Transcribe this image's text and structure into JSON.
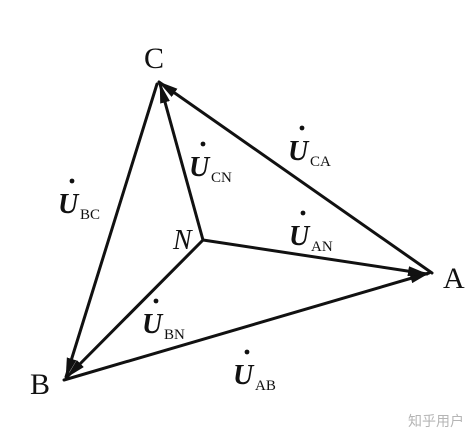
{
  "vertices": {
    "a": "A",
    "b": "B",
    "c": "C",
    "n": "N"
  },
  "phasors": {
    "ca": {
      "symbol": "U",
      "subscript": "CA"
    },
    "cn": {
      "symbol": "U",
      "subscript": "CN"
    },
    "bc": {
      "symbol": "U",
      "subscript": "BC"
    },
    "an": {
      "symbol": "U",
      "subscript": "AN"
    },
    "bn": {
      "symbol": "U",
      "subscript": "BN"
    },
    "ab": {
      "symbol": "U",
      "subscript": "AB"
    }
  },
  "watermark": "知乎用户",
  "colors": {
    "ink": "#111111",
    "watermark": "#b5b5b5"
  }
}
